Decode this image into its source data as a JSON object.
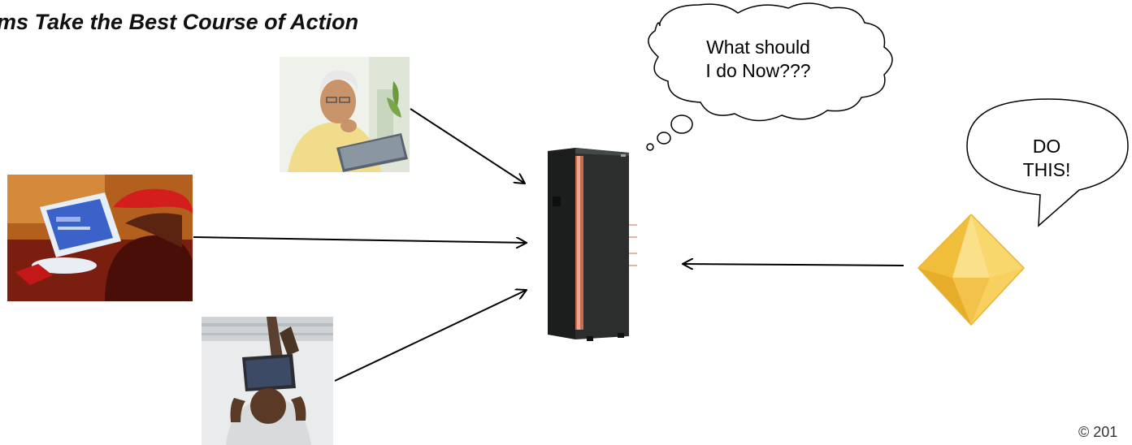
{
  "title": "ms Take the Best Course of Action",
  "thought_bubble": {
    "line1": "What should",
    "line2": "I do Now???"
  },
  "speech_bubble": {
    "line1": "DO",
    "line2": "THIS!"
  },
  "copyright": "© 201",
  "colors": {
    "gem": "#f2c44a",
    "server": "#2b2e2d",
    "server_stripe": "#d9826a"
  }
}
